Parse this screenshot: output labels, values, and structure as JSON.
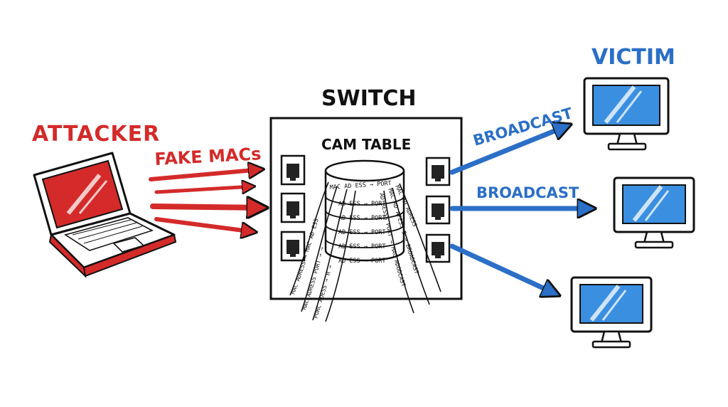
{
  "labels": {
    "attacker": "ATTACKER",
    "fake_macs": "FAKE MACs",
    "switch": "SWITCH",
    "cam_table": "CAM TABLE",
    "victim": "VICTIM",
    "broadcast_top": "BROADCAST",
    "broadcast_mid": "BROADCAST"
  },
  "cam_rows": [
    "MAC AD ESS → PORT",
    "AD ESS → PORT",
    "AD ESS → PORT",
    "AD ESS → PORT",
    "AD ESS → PORT",
    "AD ESS → PORT"
  ],
  "streams": {
    "left_1": "MAC ADRESS → MAC AD ESS",
    "left_2": "MAC ADRESS PORT → →",
    "left_3": "PORC ADESS → H →",
    "right_1": "MAC AD ADRESS",
    "right_2": "MAC AD AFESS 5 → BROADCAST",
    "right_3": "AD RESSS PORT → MAC ADODCAST"
  },
  "colors": {
    "attacker_red": "#d42a2a",
    "victim_blue": "#2b6fc7",
    "ink": "#111111",
    "screen_blue": "#3b8fe0"
  }
}
